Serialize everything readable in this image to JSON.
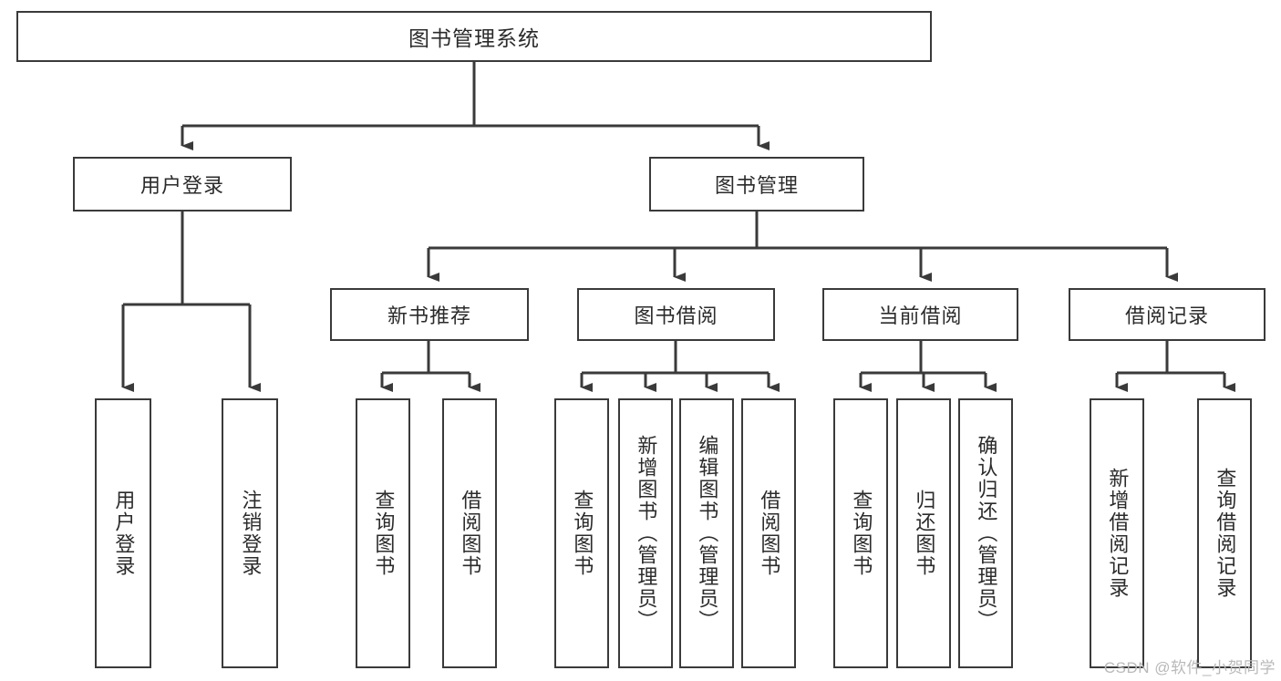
{
  "diagram": {
    "title": "图书管理系统",
    "type": "hierarchy-tree",
    "root": {
      "label": "图书管理系统"
    },
    "level2": [
      {
        "label": "用户登录"
      },
      {
        "label": "图书管理"
      }
    ],
    "level3": [
      {
        "label": "新书推荐"
      },
      {
        "label": "图书借阅"
      },
      {
        "label": "当前借阅"
      },
      {
        "label": "借阅记录"
      }
    ],
    "leaves": {
      "user_login": [
        {
          "label": "用户登录"
        },
        {
          "label": "注销登录"
        }
      ],
      "new_book_recommend": [
        {
          "label": "查询图书"
        },
        {
          "label": "借阅图书"
        }
      ],
      "book_borrow": [
        {
          "label": "查询图书"
        },
        {
          "label": "新增图书（管理员）"
        },
        {
          "label": "编辑图书（管理员）"
        },
        {
          "label": "借阅图书"
        }
      ],
      "current_borrow": [
        {
          "label": "查询图书"
        },
        {
          "label": "归还图书"
        },
        {
          "label": "确认归还（管理员）"
        }
      ],
      "borrow_record": [
        {
          "label": "新增借阅记录"
        },
        {
          "label": "查询借阅记录"
        }
      ]
    }
  },
  "watermark": {
    "text": "CSDN @软件_小贺同学"
  },
  "colors": {
    "box_border": "#3a3a3a",
    "box_fill": "#ffffff",
    "text": "#2b2b2b",
    "edge": "#3a3a3a",
    "watermark": "#b9b9b9",
    "background": "#ffffff"
  }
}
